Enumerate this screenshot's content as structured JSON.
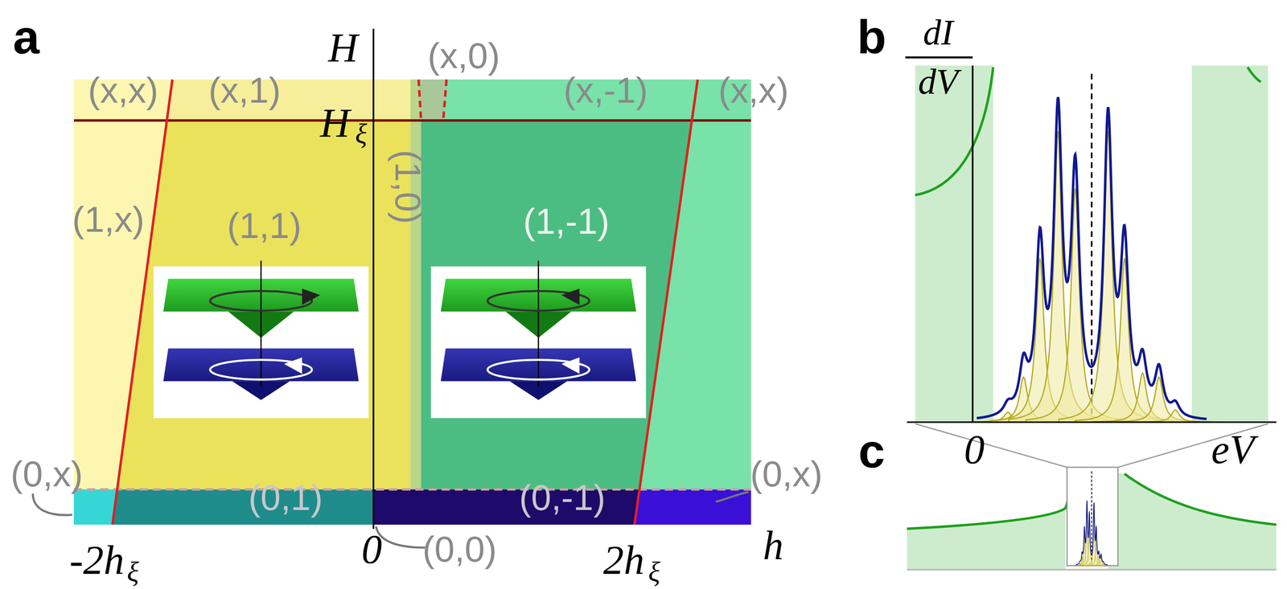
{
  "diagram": {
    "labels": [
      "a",
      "b",
      "c",
      "H",
      "H",
      "ξ",
      "(x,x)",
      "(x,1)",
      "(x,0)",
      "(x,-1)",
      "(x,x)",
      "(1,x)",
      "(1,1)",
      "(1,0)",
      "(1,-1)",
      "(0,x)",
      "(0,1)",
      "(0,-1)",
      "(0,x)",
      "(0,0)",
      "-2h",
      "ξ",
      "0",
      "2h",
      "ξ",
      "h",
      "dI",
      "dV",
      "0",
      "eV"
    ]
  }
}
